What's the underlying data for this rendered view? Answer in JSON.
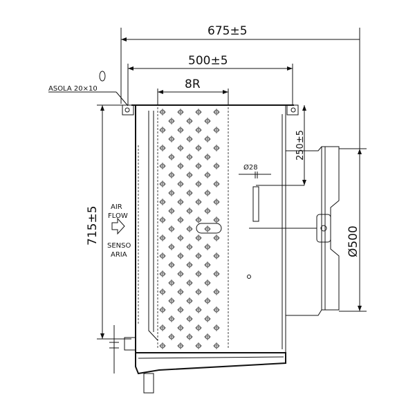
{
  "dimensions": {
    "overall_width": "675±5",
    "body_width": "500±5",
    "mesh_width": "8R",
    "height": "715±5",
    "offset": "250±5",
    "hole_diameter": "Ø28",
    "fan_diameter": "Ø500"
  },
  "labels": {
    "slot": "ASOLA 20×10",
    "air_flow_line1": "AIR",
    "air_flow_line2": "FLOW",
    "senso_line1": "SENSO",
    "senso_line2": "ARIA"
  },
  "icons": {
    "airflow": "hollow-arrow-right-icon"
  }
}
